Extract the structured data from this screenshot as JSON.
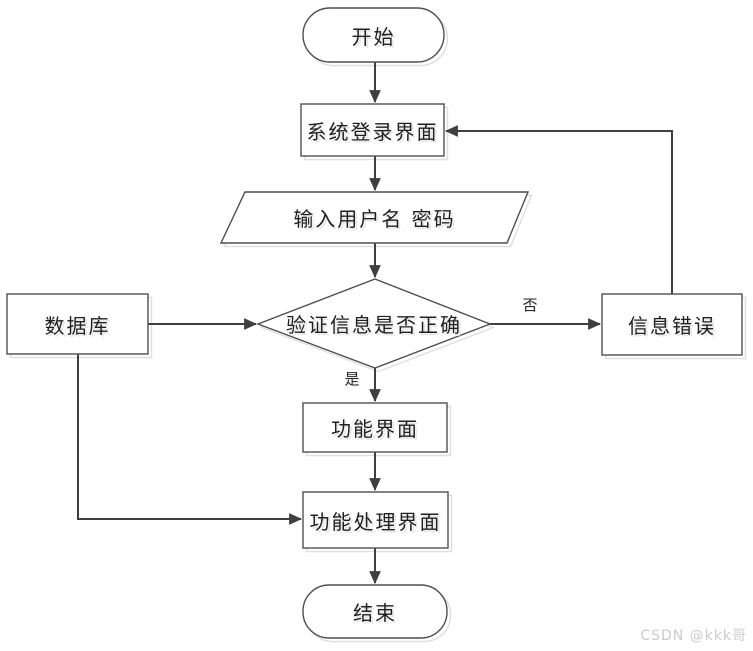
{
  "diagram": {
    "title": "login-system-flowchart",
    "nodes": {
      "start": {
        "label": "开始",
        "shape": "terminator"
      },
      "login": {
        "label": "系统登录界面",
        "shape": "rectangle"
      },
      "input": {
        "label": "输入用户名 密码",
        "shape": "parallelogram"
      },
      "decision": {
        "label": "验证信息是否正确",
        "shape": "diamond"
      },
      "database": {
        "label": "数据库",
        "shape": "rectangle"
      },
      "error": {
        "label": "信息错误",
        "shape": "rectangle"
      },
      "function": {
        "label": "功能界面",
        "shape": "rectangle"
      },
      "process": {
        "label": "功能处理界面",
        "shape": "rectangle"
      },
      "end": {
        "label": "结束",
        "shape": "terminator"
      }
    },
    "edge_labels": {
      "yes": "是",
      "no": "否"
    },
    "edges": [
      "start -> login",
      "login -> input",
      "input -> decision",
      "decision -(是)-> function",
      "decision -(否)-> error",
      "error -> login",
      "database -> decision",
      "database -> process",
      "function -> process",
      "process -> end"
    ],
    "colors": {
      "line": "#3f3f3f",
      "border": "#4f4f4f",
      "shadow": "#dfdfdf",
      "text": "#1f1f1f",
      "watermark": "#c7ccd0",
      "background": "#ffffff"
    },
    "watermark": "CSDN @kkk哥"
  }
}
